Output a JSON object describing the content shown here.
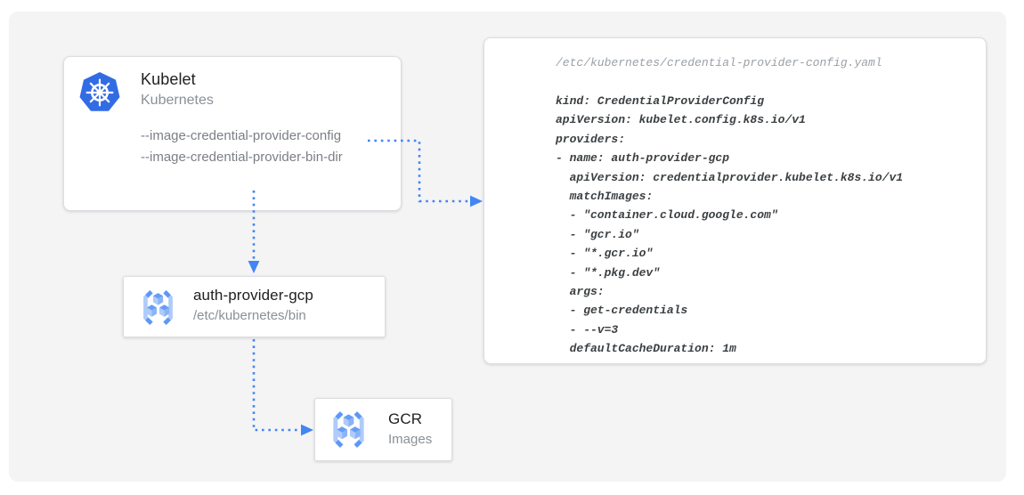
{
  "diagram": {
    "nodes": {
      "kubelet": {
        "title": "Kubelet",
        "subtitle": "Kubernetes",
        "flags": [
          "--image-credential-provider-config",
          "--image-credential-provider-bin-dir"
        ],
        "icon": "kubernetes-icon"
      },
      "auth_provider": {
        "title": "auth-provider-gcp",
        "subtitle": "/etc/kubernetes/bin",
        "icon": "container-registry-icon"
      },
      "gcr": {
        "title": "GCR",
        "subtitle": "Images",
        "icon": "container-registry-icon"
      }
    },
    "connections": [
      {
        "from": "kubelet:--image-credential-provider-config",
        "to": "credential-provider-config-yaml-panel",
        "style": "dotted-arrow"
      },
      {
        "from": "kubelet",
        "to": "auth-provider-gcp",
        "style": "dotted-arrow"
      },
      {
        "from": "auth-provider-gcp",
        "to": "gcr",
        "style": "dotted-arrow"
      }
    ]
  },
  "code_panel": {
    "filename": "/etc/kubernetes/credential-provider-config.yaml",
    "lines": [
      "kind: CredentialProviderConfig",
      "apiVersion: kubelet.config.k8s.io/v1",
      "providers:",
      "- name: auth-provider-gcp",
      "  apiVersion: credentialprovider.kubelet.k8s.io/v1",
      "  matchImages:",
      "  - \"container.cloud.google.com\"",
      "  - \"gcr.io\"",
      "  - \"*.gcr.io\"",
      "  - \"*.pkg.dev\"",
      "  args:",
      "  - get-credentials",
      "  - --v=3",
      "  defaultCacheDuration: 1m"
    ]
  },
  "colors": {
    "connector_blue": "#4285f4",
    "kubernetes_blue": "#326ce5",
    "panel_background": "#f4f4f5",
    "code_text": "#3c4043",
    "code_comment": "#9aa0a6",
    "node_title": "#202124",
    "node_subtitle": "#8a9097"
  }
}
